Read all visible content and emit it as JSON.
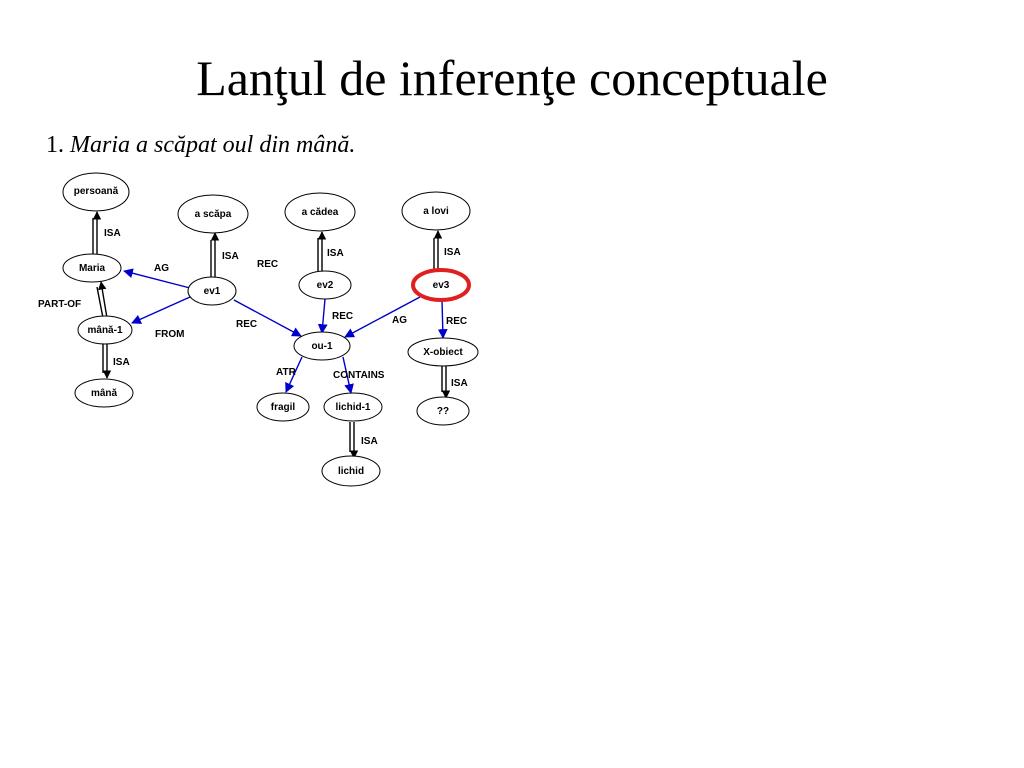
{
  "title": "Lanţul de inferenţe conceptuale",
  "sentence": {
    "number": "1.",
    "text": "Maria a scăpat oul din mână."
  },
  "nodes": {
    "persoana": "persoană",
    "maria": "Maria",
    "mana1": "mână-1",
    "mana": "mână",
    "a_scapa": "a scăpa",
    "ev1": "ev1",
    "a_cadea": "a cădea",
    "ev2": "ev2",
    "a_lovi": "a lovi",
    "ev3": "ev3",
    "ou1": "ou-1",
    "fragil": "fragil",
    "lichid1": "lichid-1",
    "lichid": "lichid",
    "x_obiect": "X-obiect",
    "unknown": "??"
  },
  "edge_labels": {
    "isa_persoana": "ISA",
    "isa_mana": "ISA",
    "part_of": "PART-OF",
    "ag_maria": "AG",
    "from_mana": "FROM",
    "isa_a_scapa": "ISA",
    "rec_ev1_ev2": "REC",
    "rec_ev1_ou": "REC",
    "isa_a_cadea": "ISA",
    "rec_ev2_ou": "REC",
    "isa_a_lovi": "ISA",
    "ag_ev3": "AG",
    "rec_ev3": "REC",
    "atr": "ATR",
    "contains": "CONTAINS",
    "isa_lichid": "ISA",
    "isa_x_obiect": "ISA"
  },
  "colors": {
    "relation_arrow": "#0000cc",
    "isa_arrow": "#000000",
    "highlight": "#e02020"
  }
}
